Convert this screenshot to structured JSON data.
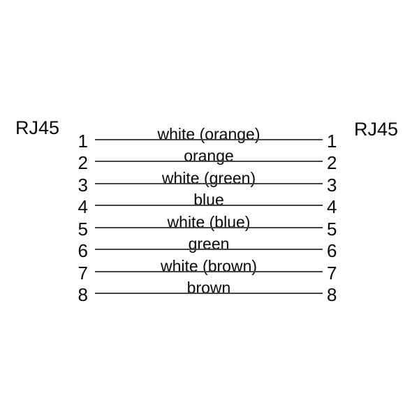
{
  "diagram": {
    "type": "pinout-wiring-diagram",
    "left_connector": {
      "label": "RJ45"
    },
    "right_connector": {
      "label": "RJ45"
    },
    "wires": [
      {
        "pin_left": "1",
        "pin_right": "1",
        "label": "white (orange)"
      },
      {
        "pin_left": "2",
        "pin_right": "2",
        "label": "orange"
      },
      {
        "pin_left": "3",
        "pin_right": "3",
        "label": "white (green)"
      },
      {
        "pin_left": "4",
        "pin_right": "4",
        "label": "blue"
      },
      {
        "pin_left": "5",
        "pin_right": "5",
        "label": "white (blue)"
      },
      {
        "pin_left": "6",
        "pin_right": "6",
        "label": "green"
      },
      {
        "pin_left": "7",
        "pin_right": "7",
        "label": "white (brown)"
      },
      {
        "pin_left": "8",
        "pin_right": "8",
        "label": "brown"
      }
    ],
    "colors": {
      "background": "#ffffff",
      "line": "#454545",
      "text": "#0a0a0a"
    }
  }
}
